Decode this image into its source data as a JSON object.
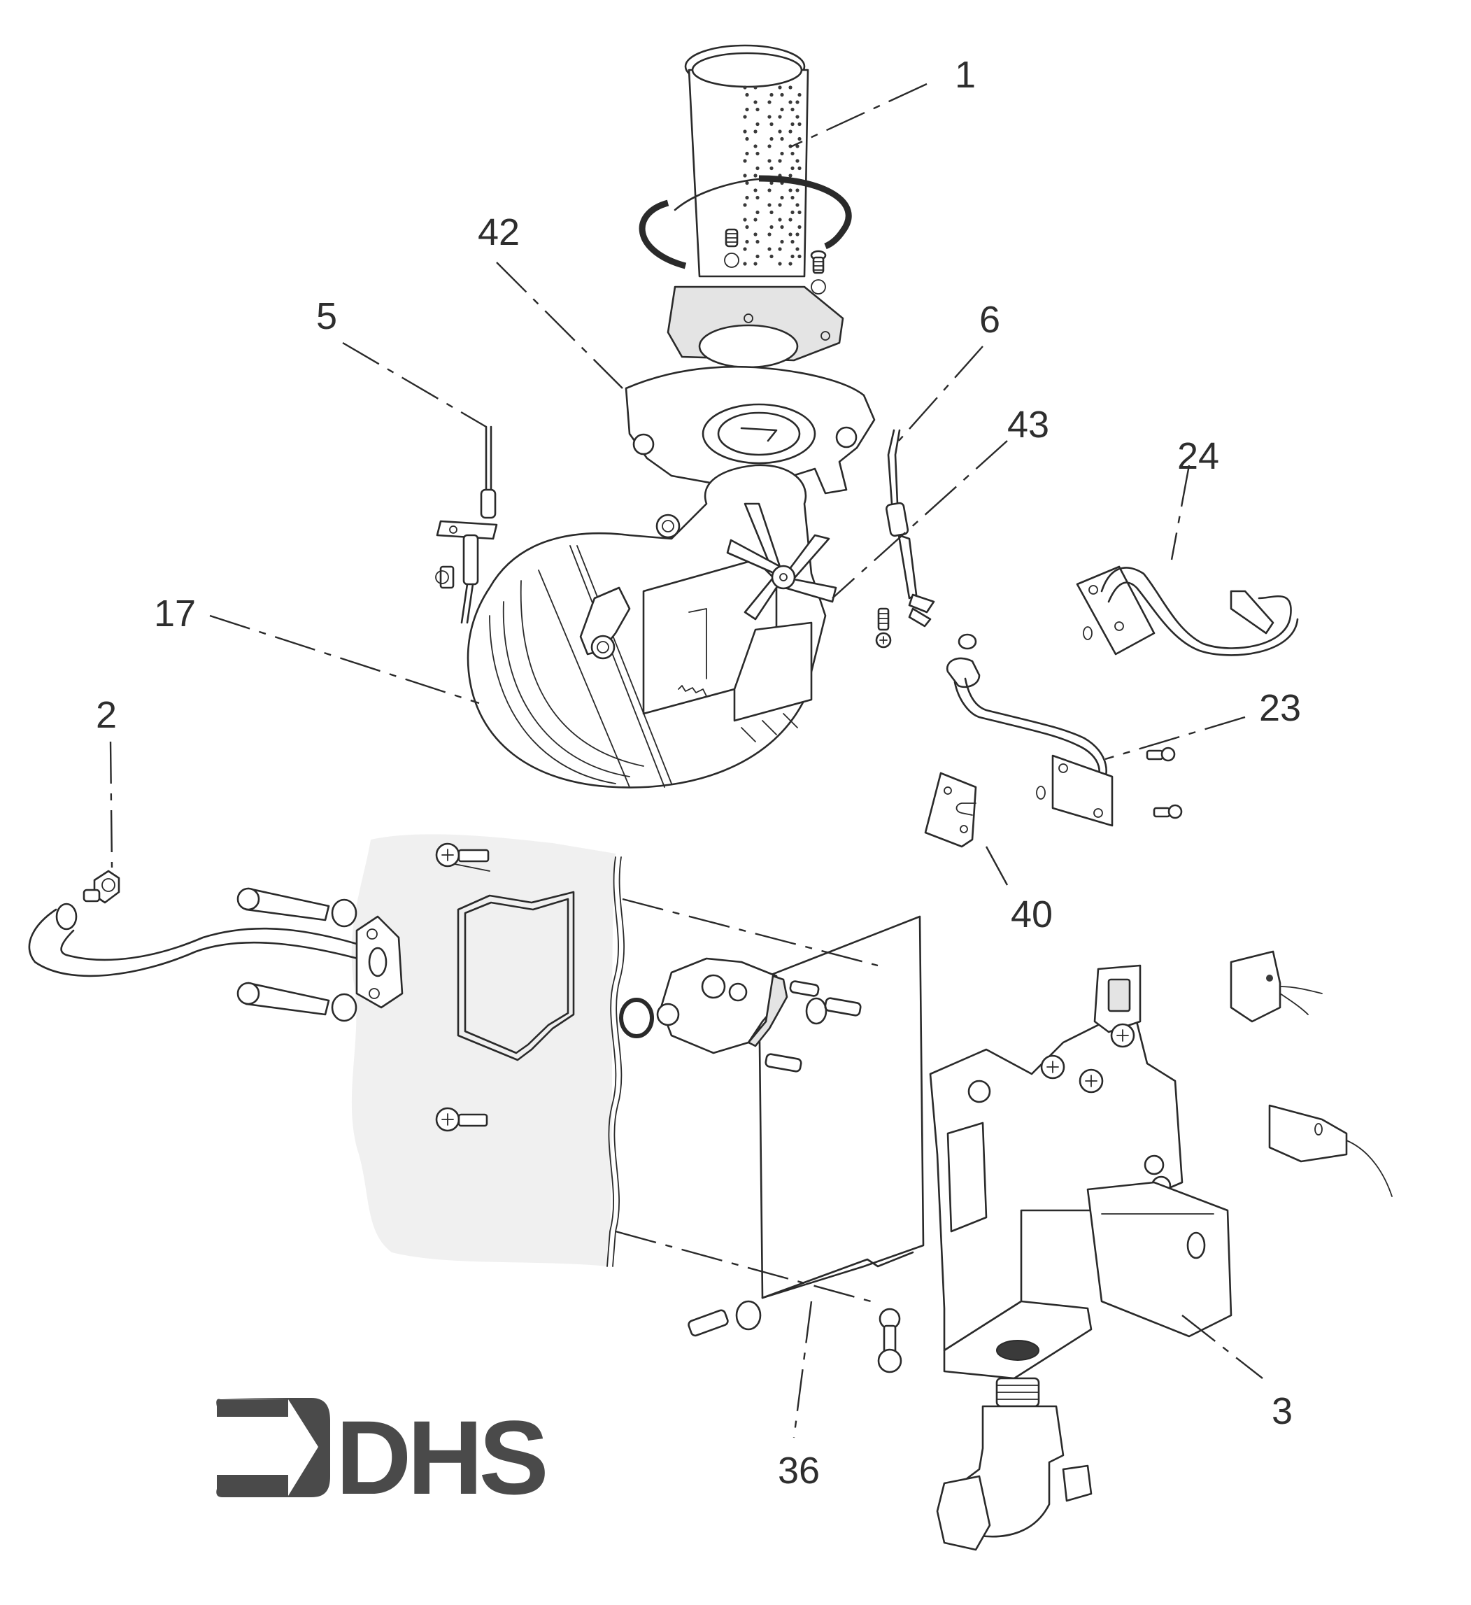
{
  "diagram": {
    "type": "exploded parts diagram",
    "colors": {
      "line": "#2a2a2a",
      "wall_shade": "#f0f0f0",
      "part_shade": "#e4e4e4",
      "logo": "#4a4a4a"
    },
    "callouts": [
      {
        "id": "1",
        "label": "1"
      },
      {
        "id": "42",
        "label": "42"
      },
      {
        "id": "5",
        "label": "5"
      },
      {
        "id": "6",
        "label": "6"
      },
      {
        "id": "43",
        "label": "43"
      },
      {
        "id": "24",
        "label": "24"
      },
      {
        "id": "17",
        "label": "17"
      },
      {
        "id": "2",
        "label": "2"
      },
      {
        "id": "23",
        "label": "23"
      },
      {
        "id": "40",
        "label": "40"
      },
      {
        "id": "36",
        "label": "36"
      },
      {
        "id": "3",
        "label": "3"
      }
    ],
    "logo": {
      "text": "DHS",
      "icon": "arrow-bracket-icon"
    }
  }
}
